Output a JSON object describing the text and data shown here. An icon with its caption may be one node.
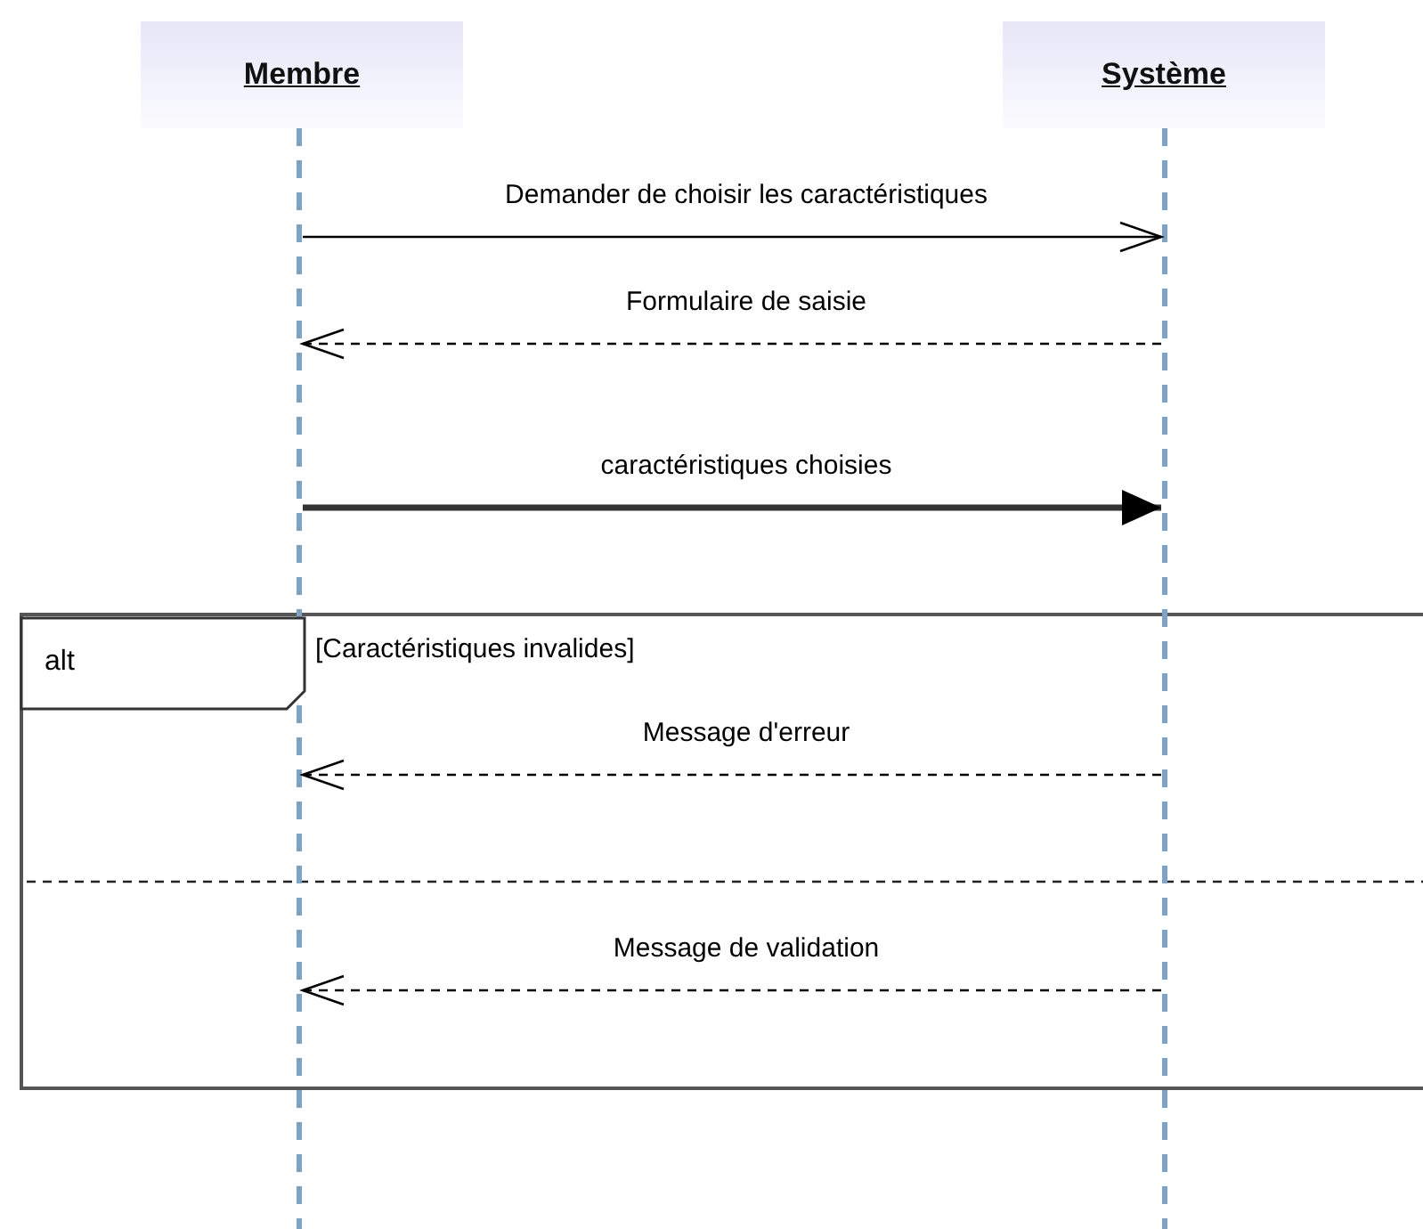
{
  "diagram": {
    "nodes": [
      {
        "text": [
          "Membre"
        ]
      },
      {
        "text": [
          "Système"
        ]
      },
      {
        "text": [],
        "shape": "lifeline"
      },
      {
        "text": [],
        "shape": "lifeline"
      },
      {
        "text": [
          "alt"
        ]
      }
    ],
    "labels": [
      "[Caractéristiques invalides]"
    ],
    "edges": [
      {
        "from": 2,
        "to": 3,
        "arrow": "to",
        "label": "Demander de choisir les caractéristiques"
      },
      {
        "from": 3,
        "to": 2,
        "arrow": "to",
        "style": "dashed",
        "label": "Formulaire de saisie"
      },
      {
        "from": 2,
        "to": 3,
        "arrow": "to",
        "style": "thick",
        "label": "caractéristiques choisies"
      },
      {
        "from": 3,
        "to": 2,
        "arrow": "to",
        "style": "dashed",
        "label": "Message d'erreur"
      },
      {
        "from": 3,
        "to": 2,
        "arrow": "to",
        "style": "dashed",
        "label": "Message de validation"
      }
    ]
  }
}
